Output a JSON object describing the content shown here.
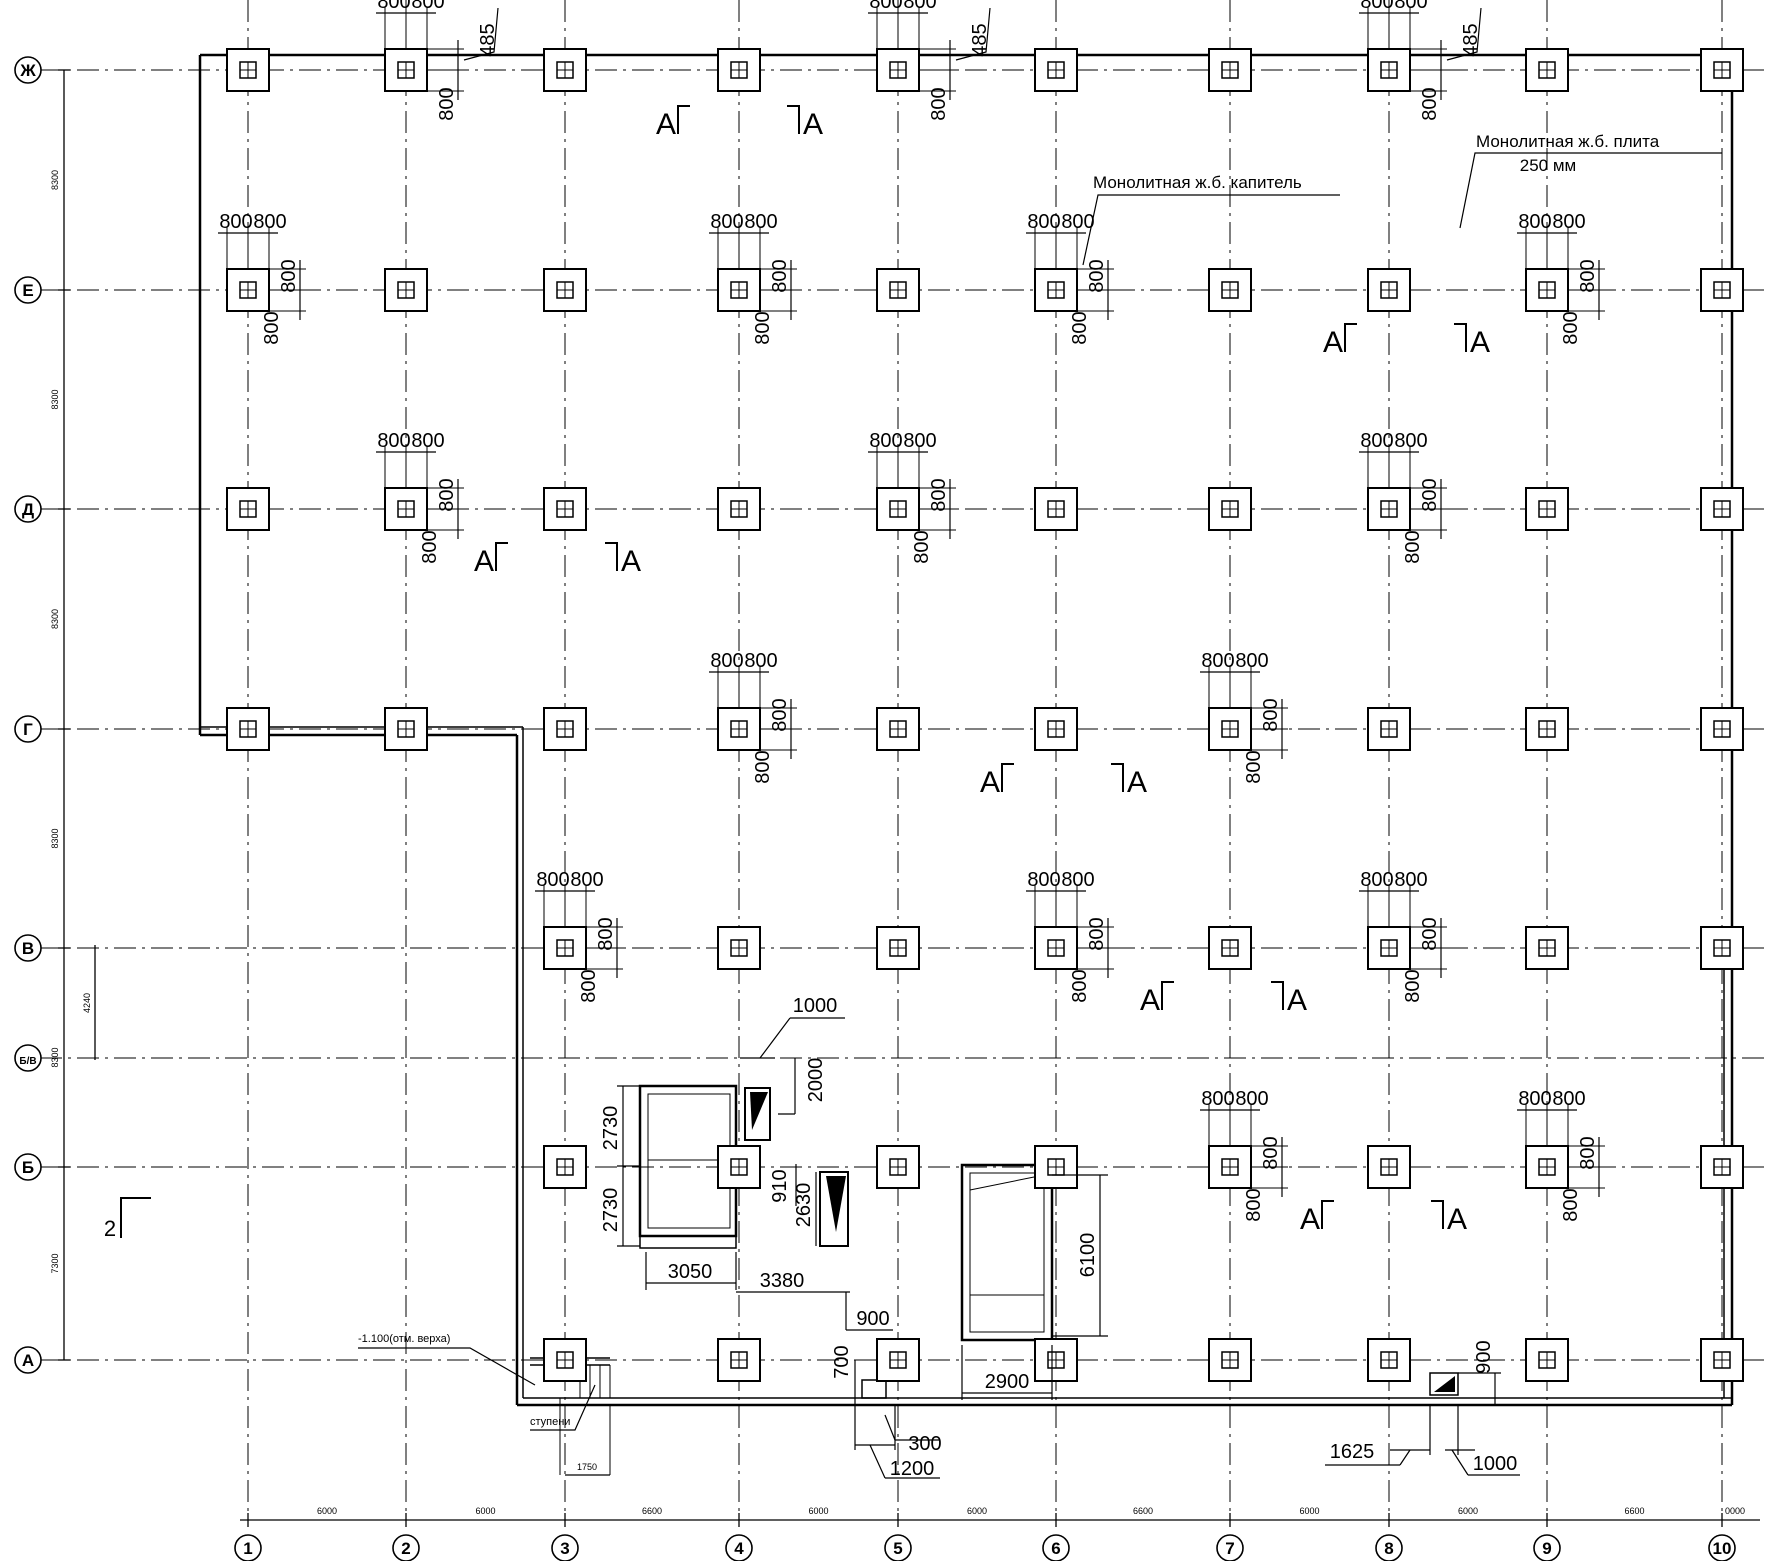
{
  "drawing": {
    "grid_columns": [
      "1",
      "2",
      "3",
      "4",
      "5",
      "6",
      "7",
      "8",
      "9",
      "10"
    ],
    "grid_rows": [
      "Ж",
      "Е",
      "Д",
      "Г",
      "В",
      "Б/В",
      "Б",
      "А"
    ],
    "row_spacings": [
      "8300",
      "8300",
      "8300",
      "8300",
      "8300",
      "7300"
    ],
    "row_extra_dim": "4240",
    "column_spacings": [
      "6000",
      "6000",
      "6600",
      "6000",
      "6000",
      "6600",
      "6000",
      "6000",
      "6600",
      "0000"
    ],
    "capital_dim": "800",
    "offset_dim": "485",
    "callouts": {
      "capital": "Монолитная ж.б. капитель",
      "slab_title": "Монолитная ж.б. плита",
      "slab_thickness": "250 мм",
      "level": "-1.100(отм. верха)",
      "steps": "ступени"
    },
    "section_marks": [
      "А",
      "А"
    ],
    "section_2": "2",
    "openings": {
      "d1000a": "1000",
      "d2000": "2000",
      "d2730a": "2730",
      "d2730b": "2730",
      "d910": "910",
      "d2630": "2630",
      "d3050": "3050",
      "d3380": "3380",
      "d900a": "900",
      "d6100": "6100",
      "d2900": "2900",
      "d700": "700",
      "d300": "300",
      "d1200": "1200",
      "d900b": "900",
      "d1625": "1625",
      "d1000b": "1000",
      "d1750": "1750"
    }
  }
}
